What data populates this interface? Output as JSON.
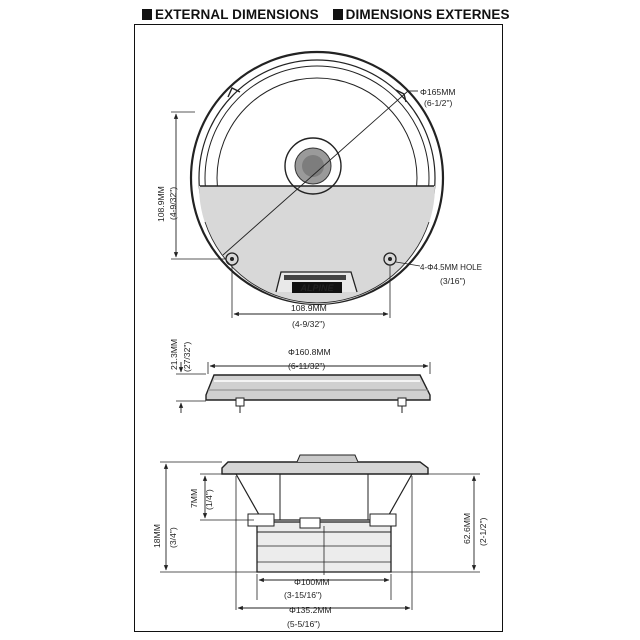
{
  "header": {
    "title_en": "EXTERNAL DIMENSIONS",
    "title_fr": "DIMENSIONS EXTERNES"
  },
  "front_view": {
    "diameter_mm": "Φ165MM",
    "diameter_in": "(6-1/2\")",
    "height_mm": "108.9MM",
    "height_in": "(4-9/32\")",
    "width_mm": "108.9MM",
    "width_in": "(4-9/32\")",
    "holes_mm": "4-Φ4.5MM HOLE",
    "holes_in": "(3/16\")",
    "brand": "ALPINE"
  },
  "top_view": {
    "thickness_mm": "21.3MM",
    "thickness_in": "(27/32\")",
    "diameter_mm": "Φ160.8MM",
    "diameter_in": "(6-11/32\")"
  },
  "side_view": {
    "depth_a_mm": "7MM",
    "depth_a_in": "(1/4\")",
    "depth_b_mm": "18MM",
    "depth_b_in": "(3/4\")",
    "depth_total_mm": "62.6MM",
    "depth_total_in": "(2-1/2\")",
    "magnet_mm": "Φ100MM",
    "magnet_in": "(3-15/16\")",
    "cutout_mm": "Φ135.2MM",
    "cutout_in": "(5-5/16\")"
  }
}
